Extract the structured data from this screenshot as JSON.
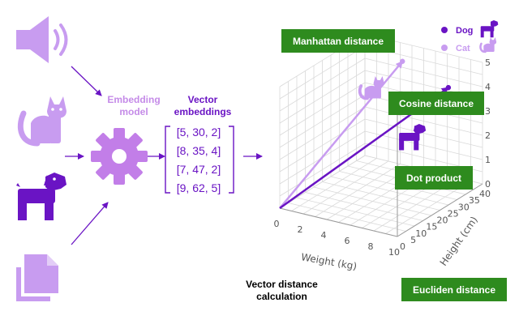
{
  "labels": {
    "embedding_model": "Embedding\nmodel",
    "vector_embeddings": "Vector\nembeddings",
    "vector_distance": "Vector distance\ncalculation"
  },
  "vectors": [
    "[5, 30, 2]",
    "[8, 35, 4]",
    "[7, 47, 2]",
    "[9, 62, 5]"
  ],
  "metrics": {
    "manhattan": "Manhattan distance",
    "cosine": "Cosine distance",
    "dot": "Dot product",
    "euclidean": "Eucliden distance"
  },
  "legend": {
    "dog": "Dog",
    "cat": "Cat"
  },
  "inputs": [
    "speaker-icon",
    "cat-icon",
    "dog-icon",
    "document-icon"
  ],
  "colors": {
    "purple": "#6a14c4",
    "lavender": "#c89cf0",
    "gear": "#c27ee8",
    "green": "#2e8b1e",
    "label_lavender": "#c58be8"
  },
  "chart_data": {
    "type": "scatter",
    "axes": {
      "x": {
        "label": "Weight (kg)",
        "ticks": [
          "0",
          "2",
          "4",
          "6",
          "8",
          "10"
        ],
        "range": [
          0,
          10
        ]
      },
      "y": {
        "label": "Height (cm)",
        "ticks": [
          "0",
          "5",
          "10",
          "15",
          "20",
          "25",
          "30",
          "35",
          "40"
        ],
        "range": [
          0,
          40
        ]
      },
      "z": {
        "ticks": [
          "0",
          "1",
          "2",
          "3",
          "4",
          "5"
        ],
        "range": [
          0,
          5
        ]
      }
    },
    "series": [
      {
        "name": "Dog",
        "x": 8,
        "y": 35,
        "z": 4
      },
      {
        "name": "Cat",
        "x": 5,
        "y": 30,
        "z": 5
      }
    ],
    "grid": true,
    "legend_position": "top-right"
  }
}
